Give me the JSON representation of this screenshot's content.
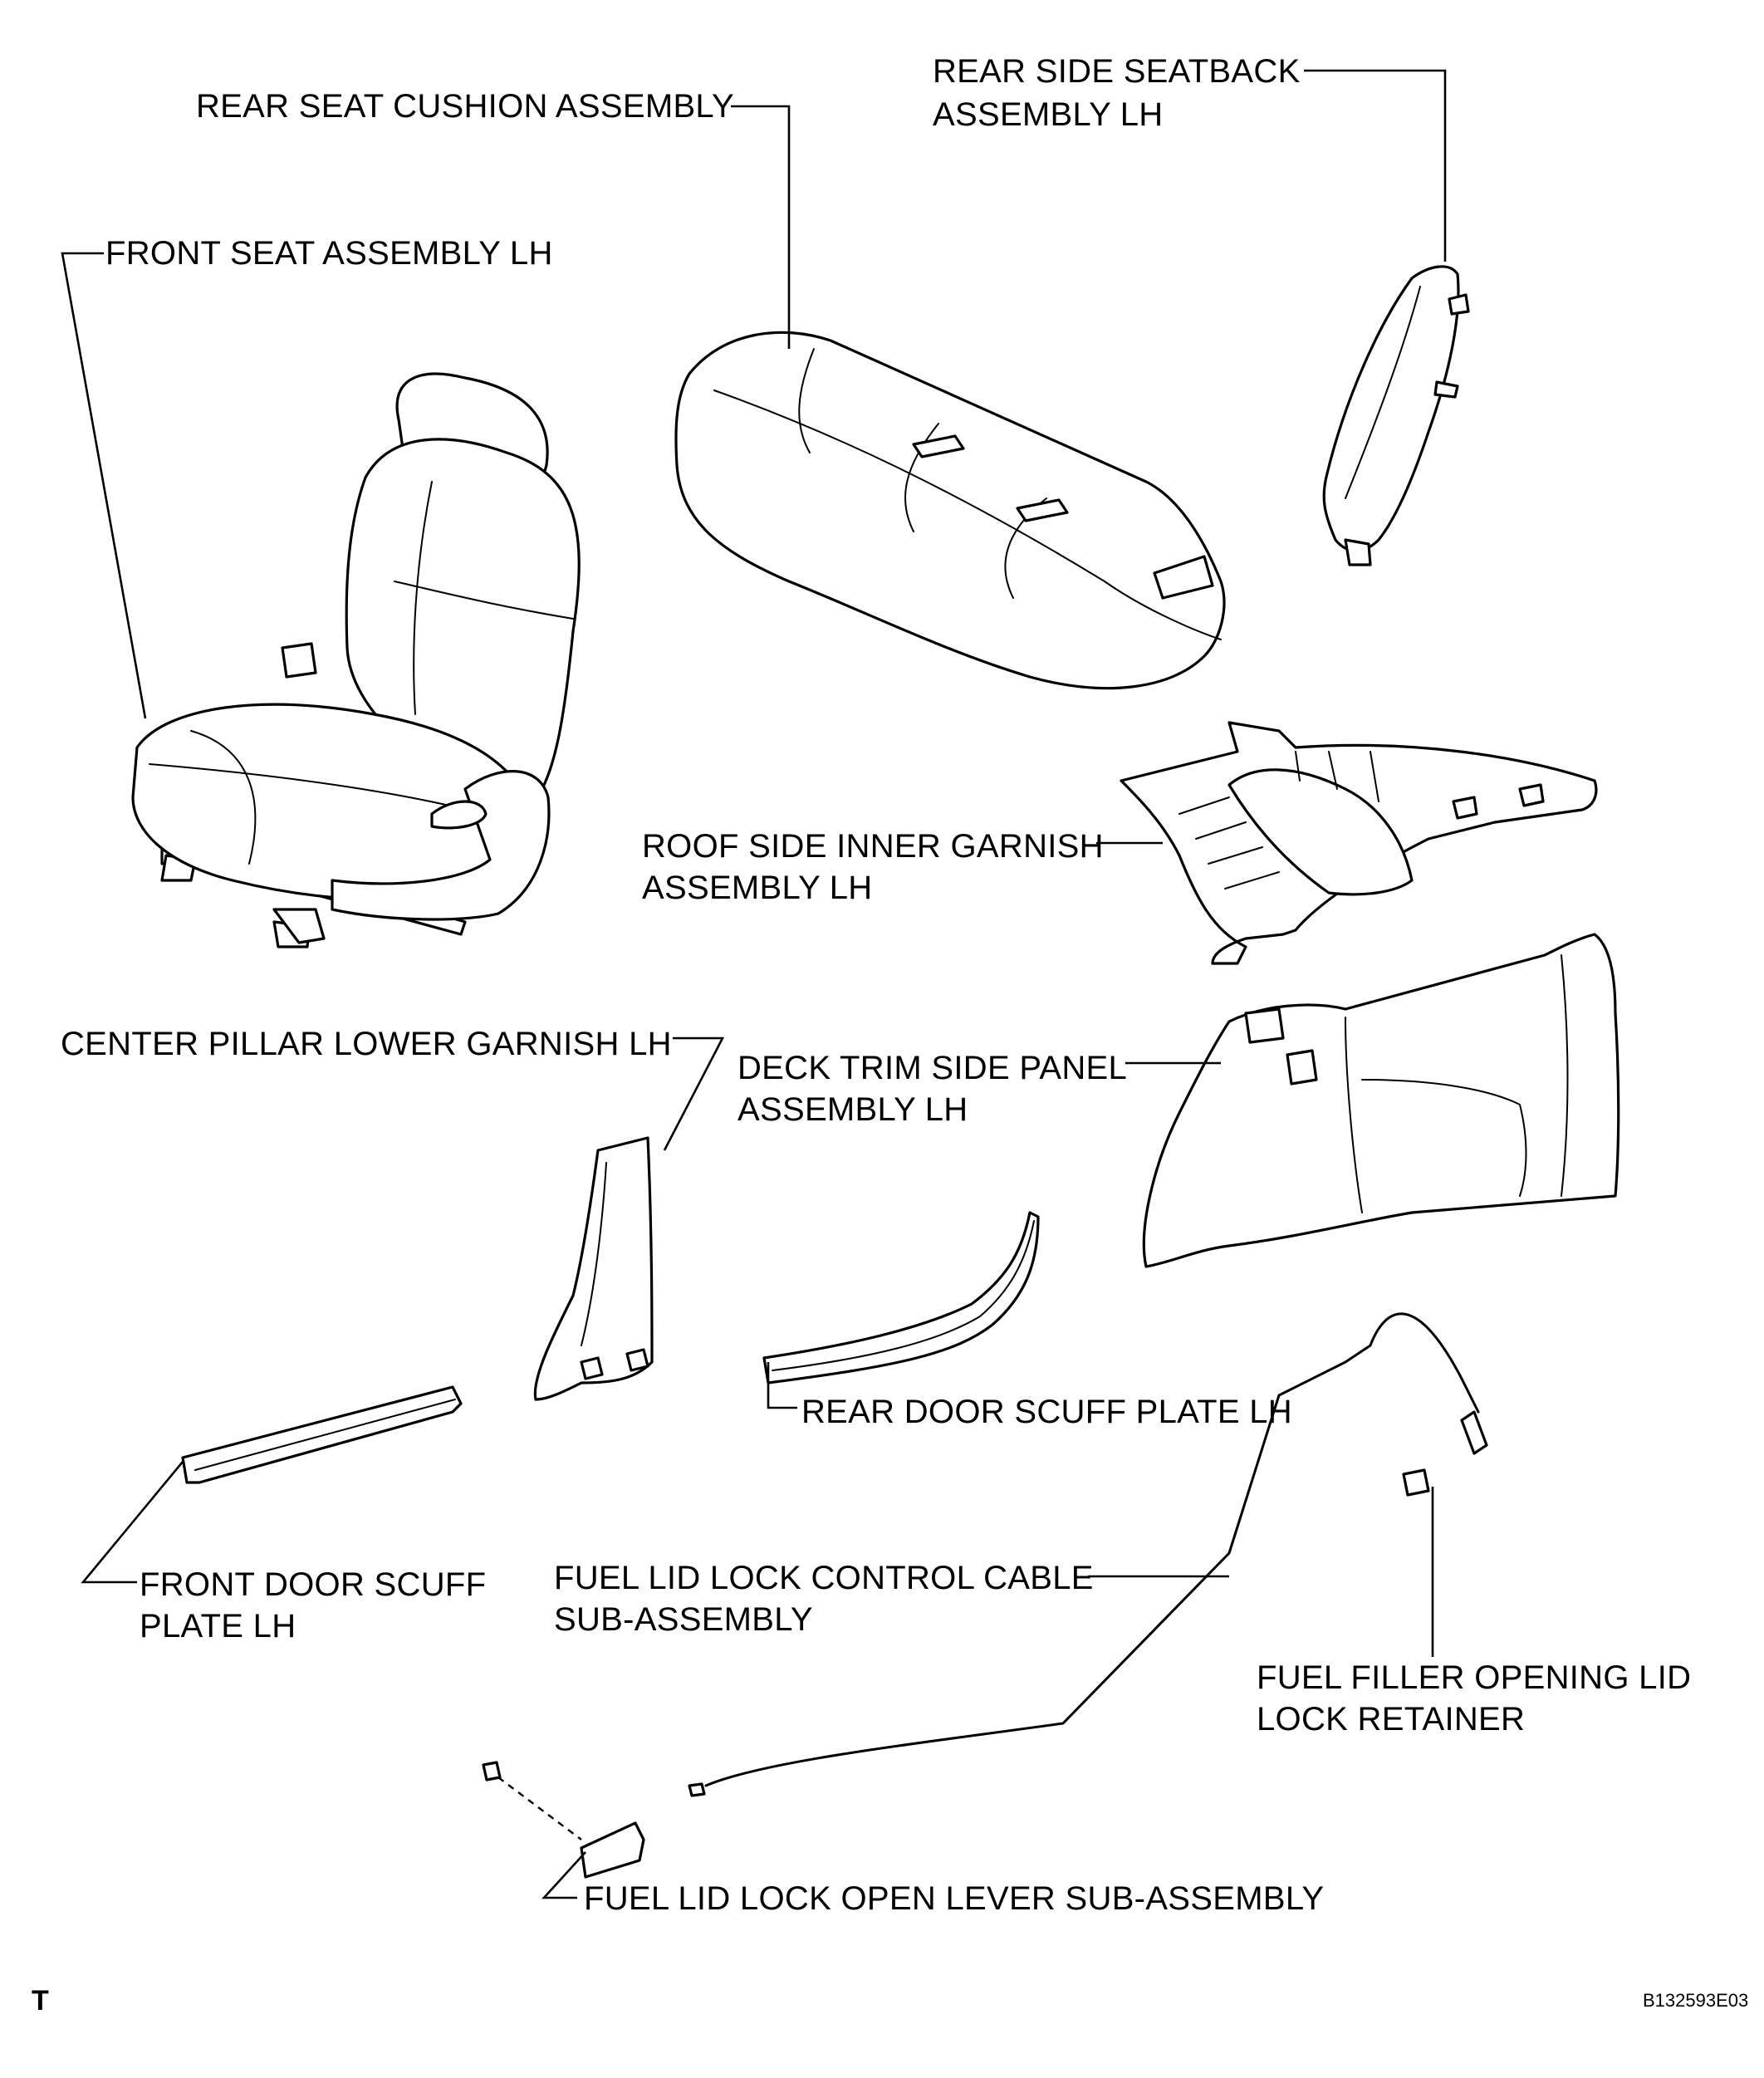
{
  "labels": {
    "front_seat": "FRONT SEAT ASSEMBLY LH",
    "rear_seat_cushion": "REAR SEAT CUSHION ASSEMBLY",
    "rear_side_seatback_1": "REAR SIDE SEATBACK",
    "rear_side_seatback_2": "ASSEMBLY LH",
    "roof_side_garnish_1": "ROOF SIDE INNER GARNISH",
    "roof_side_garnish_2": "ASSEMBLY LH",
    "center_pillar": "CENTER PILLAR LOWER GARNISH LH",
    "deck_trim_1": "DECK TRIM SIDE PANEL",
    "deck_trim_2": "ASSEMBLY LH",
    "rear_door_scuff": "REAR DOOR SCUFF PLATE LH",
    "front_door_scuff_1": "FRONT DOOR SCUFF",
    "front_door_scuff_2": "PLATE LH",
    "fuel_cable_1": "FUEL LID LOCK CONTROL CABLE",
    "fuel_cable_2": "SUB-ASSEMBLY",
    "fuel_filler_1": "FUEL FILLER OPENING LID",
    "fuel_filler_2": "LOCK RETAINER",
    "fuel_lever": "FUEL LID LOCK OPEN LEVER SUB-ASSEMBLY"
  },
  "corner_mark": "T",
  "figure_code": "B132593E03"
}
